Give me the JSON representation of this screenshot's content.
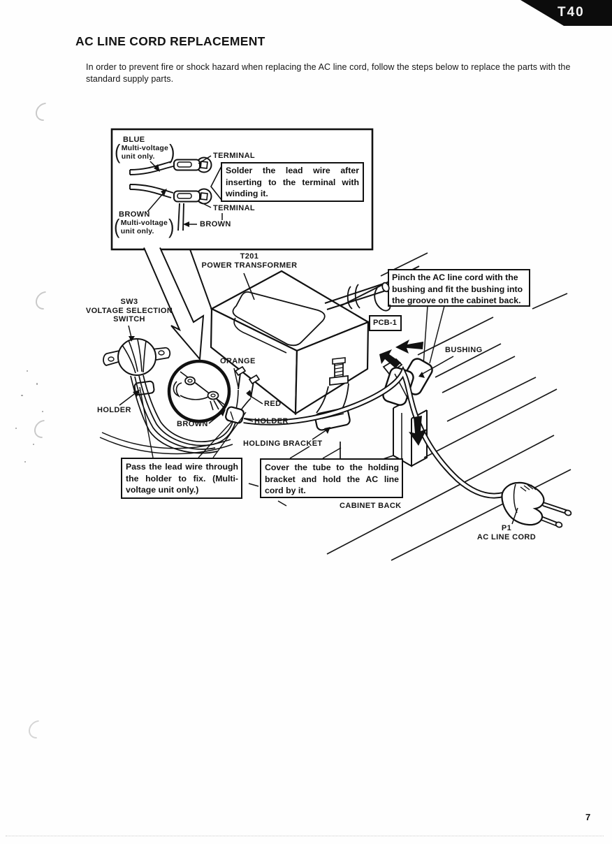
{
  "page": {
    "model_tag": "T40",
    "page_number": "7",
    "title": "AC LINE CORD REPLACEMENT",
    "intro": "In order to prevent fire or shock hazard when replacing the AC line cord, follow the steps below to replace the parts with the standard supply parts."
  },
  "diagram": {
    "callouts": {
      "solder": [
        "Solder the lead wire after",
        "inserting to the terminal with",
        "winding it."
      ],
      "pinch": [
        "Pinch the AC line cord with the",
        "bushing and fit the bushing into",
        "the groove on the cabinet back."
      ],
      "pass": [
        "Pass the lead wire through",
        "the holder to fix. (Multi-",
        "voltage unit only.)"
      ],
      "cover": [
        "Cover the tube to the holding",
        "bracket and hold the AC line",
        "cord by it."
      ]
    },
    "labels": {
      "blue": "BLUE",
      "blue_sub1": "Multi-voltage",
      "blue_sub2": "unit only.",
      "terminal_top": "TERMINAL",
      "terminal_bottom": "TERMINAL",
      "brown_left": "BROWN",
      "brown_left_sub1": "Multi-voltage",
      "brown_left_sub2": "unit only.",
      "brown_wire": "BROWN",
      "t201_ref": "T201",
      "t201_name": "POWER TRANSFORMER",
      "pcb": "PCB-1",
      "sw3_ref": "SW3",
      "sw3_name1": "VOLTAGE SELECTION",
      "sw3_name2": "SWITCH",
      "holder_left": "HOLDER",
      "orange": "ORANGE",
      "red": "RED",
      "holder_right": "HOLDER",
      "brown_bundle": "BROWN",
      "holding_bracket": "HOLDING BRACKET",
      "bushing": "BUSHING",
      "cabinet_back": "CABINET BACK",
      "p1_ref": "P1",
      "p1_name": "AC LINE CORD"
    }
  }
}
